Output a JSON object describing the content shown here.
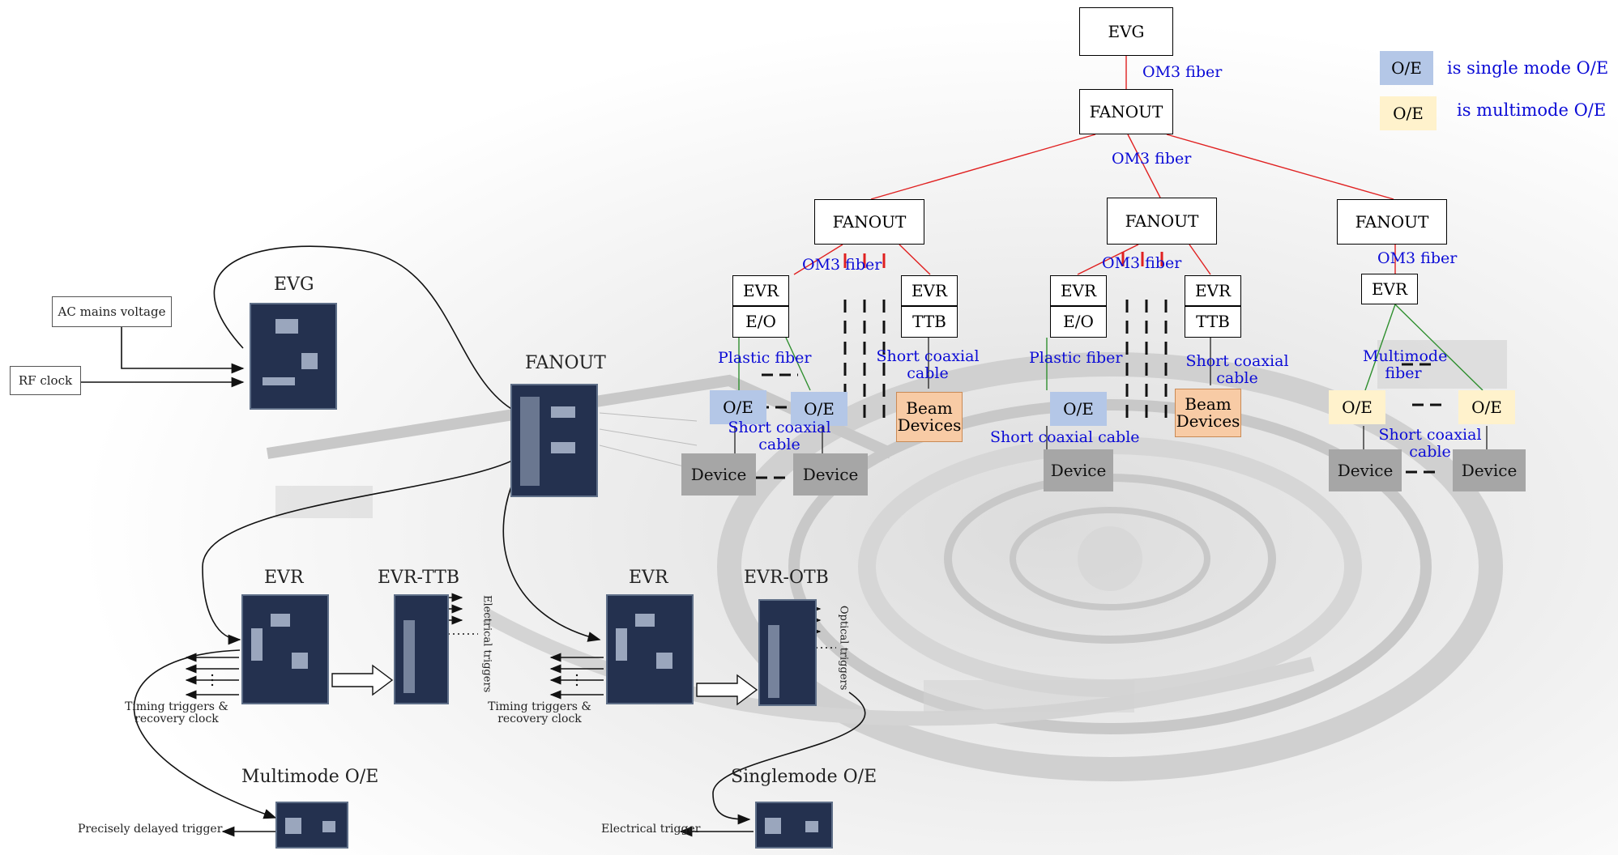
{
  "tree": {
    "root": "EVG",
    "fanout_main": "FANOUT",
    "fanouts": [
      "FANOUT",
      "FANOUT",
      "FANOUT"
    ],
    "fiber_labels": [
      "OM3 fiber",
      "OM3 fiber",
      "OM3 fiber",
      "OM3 fiber",
      "OM3 fiber"
    ],
    "branch1": {
      "evr": "EVR",
      "eo": "E/O",
      "evr_ttb": "EVR",
      "ttb": "TTB",
      "plastic_fiber": "Plastic fiber",
      "oe_left": "O/E",
      "oe_right": "O/E",
      "coax": "Short coaxial cable",
      "coax_ttb": "Short coaxial cable",
      "beam": "Beam Devices",
      "device_left": "Device",
      "device_right": "Device"
    },
    "branch2": {
      "evr": "EVR",
      "eo": "E/O",
      "evr_ttb": "EVR",
      "ttb": "TTB",
      "plastic_fiber": "Plastic fiber",
      "oe": "O/E",
      "coax": "Short coaxial cable",
      "coax_ttb": "Short coaxial cable",
      "beam": "Beam Devices",
      "device": "Device"
    },
    "branch3": {
      "evr": "EVR",
      "multimode_fiber": "Multimode fiber",
      "oe_left": "O/E",
      "oe_right": "O/E",
      "coax": "Short coaxial cable",
      "device_left": "Device",
      "device_right": "Device"
    }
  },
  "legend": {
    "single_box": "O/E",
    "single_text": "is single mode O/E",
    "multi_box": "O/E",
    "multi_text": "is multimode O/E"
  },
  "hardware": {
    "evg": "EVG",
    "ac_mains": "AC mains voltage",
    "rf_clock": "RF clock",
    "fanout": "FANOUT",
    "evr_left": "EVR",
    "evr_ttb": "EVR-TTB",
    "electrical_triggers": "Electrical triggers",
    "timing_left": "Timing triggers & recovery clock",
    "evr_right": "EVR",
    "evr_otb": "EVR-OTB",
    "optical_triggers": "Optical triggers",
    "timing_right": "Timing triggers & recovery clock",
    "multimode_oe": "Multimode O/E",
    "delayed_trigger": "Precisely delayed trigger",
    "singlemode_oe": "Singlemode O/E",
    "electrical_trigger": "Electrical trigger"
  },
  "colors": {
    "fiber_line": "#e02020",
    "single_mode": "#b4c7e7",
    "multi_mode": "#fff2cc",
    "beam_devices": "#f8cba5",
    "device": "#a6a6a6",
    "label_blue": "#0b0bd6",
    "tree_green": "#2f8f2f"
  }
}
